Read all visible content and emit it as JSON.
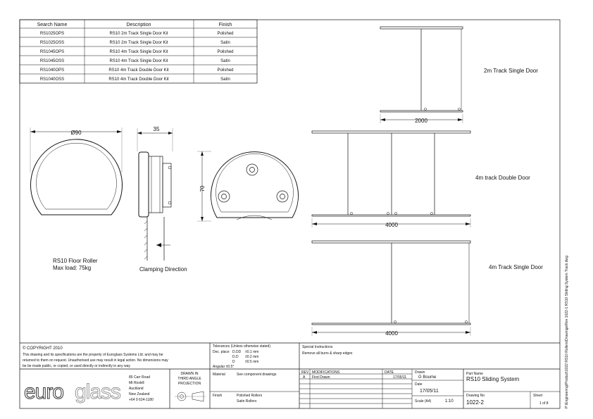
{
  "table": {
    "headers": [
      "Search Name",
      "Description",
      "Finish"
    ],
    "rows": [
      [
        "RS1025OPS",
        "RS10 2m Track Single Door Kit",
        "Polished"
      ],
      [
        "RS1025OSS",
        "RS10 2m Track Single Door Kit",
        "Satin"
      ],
      [
        "RS1045OPS",
        "RS10 4m Track Single Door Kit",
        "Polished"
      ],
      [
        "RS1045OSS",
        "RS10 4m Track Single Door Kit",
        "Satin"
      ],
      [
        "RS1040OPS",
        "RS10 4m Track Double Door Kit",
        "Polished"
      ],
      [
        "RS1040OSS",
        "RS10 4m Track Double Door Kit",
        "Satin"
      ]
    ]
  },
  "roller": {
    "dia_label": "Ø90",
    "width_label": "35",
    "height_label": "70",
    "name": "RS10 Floor Roller",
    "max_load": "Max load: 75kg",
    "clamping": "Clamping Direction"
  },
  "tracks": {
    "single2": {
      "label": "2m Track Single Door",
      "dim": "2000"
    },
    "double4": {
      "label": "4m track Double Door",
      "dim": "4000"
    },
    "single4": {
      "label": "4m Track Single Door",
      "dim": "4000"
    }
  },
  "side_text": "P:\\Engineering\\Product\\1022 RS10 Rollers\\Drawings\\Rev 1022-1 RS10 Sliding System Track.dwg",
  "title_block": {
    "copyright_title": "© COPYRIGHT 2010",
    "copyright_lines": [
      "This drawing and its specifications are the property of Euroglass Systems Ltd. and may be",
      "returned to them on request. Unauthorised use may result in legal action. No dimensions may",
      "be be made public, or copied, or used directly or indirectly in any way"
    ],
    "logo_a": "euro",
    "logo_b": "glass",
    "address": [
      "85 Carr Road",
      "Mt Roskill",
      "Auckland",
      "New Zealand",
      "+64 9 624-1180"
    ],
    "projection": [
      "DRAWN IN",
      "THIRD ANGLE",
      "PROJECTION"
    ],
    "tolerances_title": "Tolerances (Unless otherwise stated)",
    "tolerances": [
      {
        "label": "Dec. place",
        "key": "D.DD",
        "val": "±0.1 mm"
      },
      {
        "label": "",
        "key": "D.D",
        "val": "±0.2 mm"
      },
      {
        "label": "",
        "key": "D",
        "val": "±0.5 mm"
      }
    ],
    "angular": "Angular  ±0.5°",
    "special_title": "Special Instructions",
    "special_text": "Remove all burrs & sharp edges",
    "material_label": "Material",
    "material_value": "See component drawings",
    "finish_label": "Finish",
    "finish_values": [
      "Polished Rollers",
      "Satin Rollers"
    ],
    "rev_headers": [
      "REV",
      "MODIFICATIONS",
      "DATE"
    ],
    "rev_rows": [
      [
        "A",
        "First Drawn",
        "17/05/11"
      ]
    ],
    "drawn_label": "Drawn",
    "drawn_value": "G Boume",
    "date_label": "Date",
    "date_value": "17/05/11",
    "scale_label": "Scale (A4)",
    "scale_value": "1:10",
    "part_name_label": "Part Name",
    "part_name": "RS10 Sliding System",
    "drawing_no_label": "Drawing No",
    "drawing_no": "1022-2",
    "sheet_label": "Sheet",
    "sheet_value": "1 of 8"
  }
}
